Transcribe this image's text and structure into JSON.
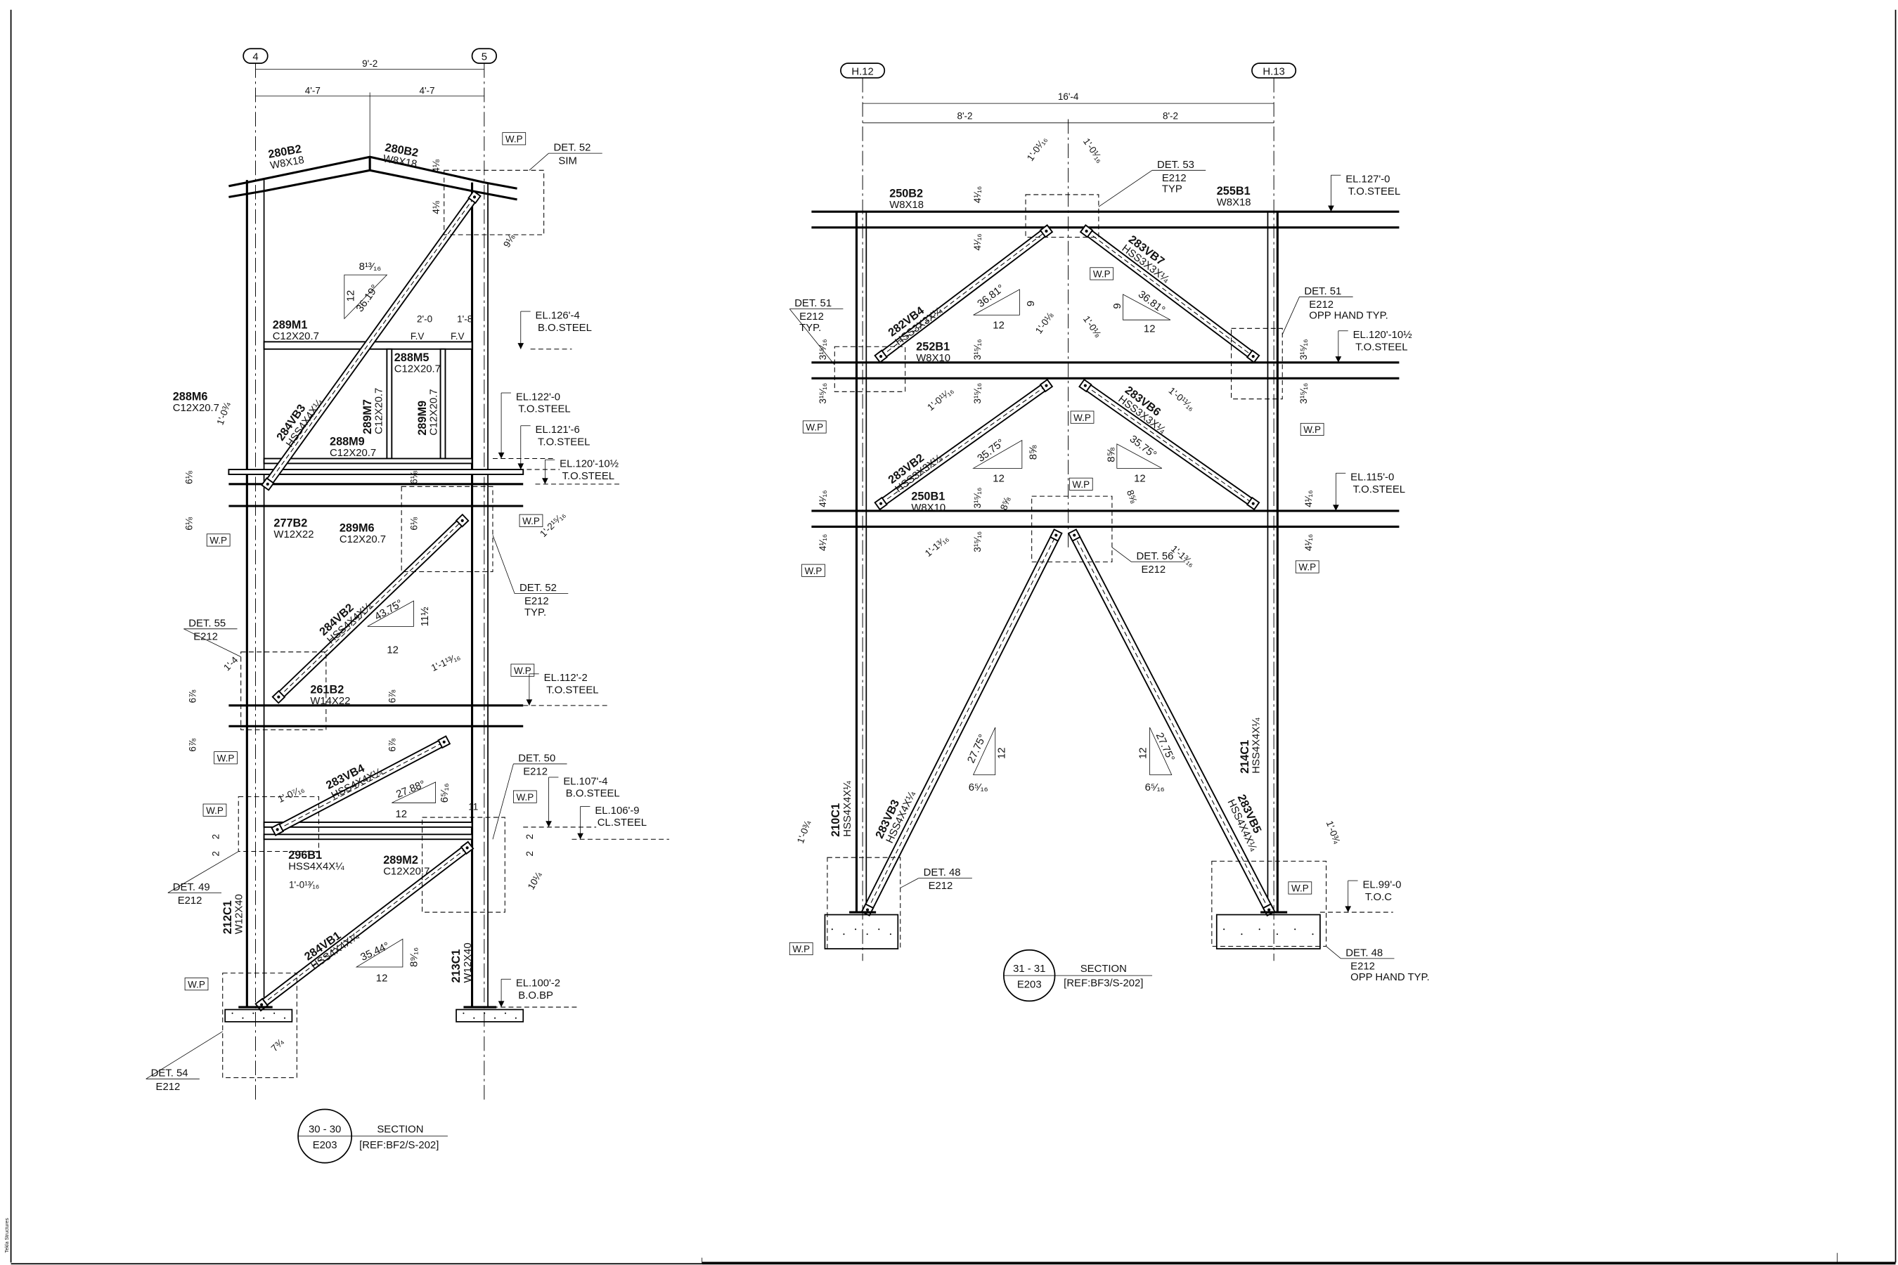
{
  "sheet": {
    "software_label": "Tekla Structures"
  },
  "common": {
    "wp": "W.P"
  },
  "left": {
    "grids": [
      "4",
      "5"
    ],
    "dims": [
      "9'-2",
      "4'-7",
      "4'-7",
      "4⅛",
      "4⅛",
      "9⅛",
      "2'-0",
      "1'-8",
      "F.V",
      "F.V",
      "1'-0¾",
      "6⅛",
      "6⅛",
      "6⅛",
      "6⅛",
      "1'-2¹⁵⁄₁₆",
      "1'-4",
      "6⅞",
      "6⅞",
      "6⅞",
      "6⅞",
      "1'-1¹³⁄₁₆",
      "1'-0⁷⁄₁₆",
      "11",
      "2",
      "2",
      "2",
      "2",
      "1'-0¹³⁄₁₆",
      "10¼",
      "7¾"
    ],
    "members": [
      {
        "mark": "280B2",
        "profile": "W8X18"
      },
      {
        "mark": "280B2",
        "profile": "W8X18"
      },
      {
        "mark": "289M1",
        "profile": "C12X20.7"
      },
      {
        "mark": "288M5",
        "profile": "C12X20.7"
      },
      {
        "mark": "288M6",
        "profile": "C12X20.7"
      },
      {
        "mark": "289M7",
        "profile": "C12X20.7"
      },
      {
        "mark": "289M9",
        "profile": "C12X20.7"
      },
      {
        "mark": "288M9",
        "profile": "C12X20.7"
      },
      {
        "mark": "284VB3",
        "profile": "HSS4X4X¼"
      },
      {
        "mark": "277B2",
        "profile": "W12X22"
      },
      {
        "mark": "289M6",
        "profile": "C12X20.7"
      },
      {
        "mark": "284VB2",
        "profile": "HSS4X4X¼"
      },
      {
        "mark": "261B2",
        "profile": "W14X22"
      },
      {
        "mark": "283VB4",
        "profile": "HSS4X4X¼"
      },
      {
        "mark": "296B1",
        "profile": "HSS4X4X¼"
      },
      {
        "mark": "289M2",
        "profile": "C12X20.7"
      },
      {
        "mark": "212C1",
        "profile": "W12X40"
      },
      {
        "mark": "284VB1",
        "profile": "HSS4X4X¼"
      },
      {
        "mark": "213C1",
        "profile": "W12X40"
      }
    ],
    "elevations": [
      {
        "el": "EL.126'-4",
        "ref": "B.O.STEEL"
      },
      {
        "el": "EL.122'-0",
        "ref": "T.O.STEEL"
      },
      {
        "el": "EL.121'-6",
        "ref": "T.O.STEEL"
      },
      {
        "el": "EL.120'-10½",
        "ref": "T.O.STEEL"
      },
      {
        "el": "EL.112'-2",
        "ref": "T.O.STEEL"
      },
      {
        "el": "EL.107'-4",
        "ref": "B.O.STEEL"
      },
      {
        "el": "EL.106'-9",
        "ref": "CL.STEEL"
      },
      {
        "el": "EL.100'-2",
        "ref": "B.O.BP"
      }
    ],
    "details": [
      {
        "det": "DET. 52",
        "sheet": "SIM",
        "note": ""
      },
      {
        "det": "DET. 52",
        "sheet": "E212",
        "note": "TYP."
      },
      {
        "det": "DET. 55",
        "sheet": "E212",
        "note": ""
      },
      {
        "det": "DET. 50",
        "sheet": "E212",
        "note": ""
      },
      {
        "det": "DET. 49",
        "sheet": "E212",
        "note": ""
      },
      {
        "det": "DET. 54",
        "sheet": "E212",
        "note": ""
      }
    ],
    "slopes": [
      {
        "angle": "36.19°",
        "rise": "12",
        "run": "8¹³⁄₁₆"
      },
      {
        "angle": "43.75°",
        "rise": "11½",
        "run": "12"
      },
      {
        "angle": "27.88°",
        "rise": "6⁵⁄₁₆",
        "run": "12"
      },
      {
        "angle": "35.44°",
        "rise": "8⁹⁄₁₆",
        "run": "12"
      }
    ],
    "title": {
      "number": "30 - 30",
      "sheet": "E203",
      "label": "SECTION",
      "ref": "[REF:BF2/S-202]"
    }
  },
  "right": {
    "grids": [
      "H.12",
      "H.13"
    ],
    "dims": [
      "16'-4",
      "8'-2",
      "8'-2",
      "1'-0¹⁄₁₆",
      "1'-0¹⁄₁₆",
      "4¹⁄₁₆",
      "4¹⁄₁₆",
      "1'-0⅛",
      "1'-0⅛",
      "3¹⁵⁄₁₆",
      "3¹⁵⁄₁₆",
      "3¹⁵⁄₁₆",
      "3¹⁵⁄₁₆",
      "3¹⁵⁄₁₆",
      "3¹⁵⁄₁₆",
      "3¹⁵⁄₁₆",
      "3¹⁵⁄₁₆",
      "4¹⁄₁₆",
      "4¹⁄₁₆",
      "4¹⁄₁₆",
      "4¹⁄₁₆",
      "1'-0¹¹⁄₁₆",
      "1'-0¹¹⁄₁₆",
      "8⅝",
      "8⅝",
      "1'-1³⁄₁₆",
      "1'-1³⁄₁₆",
      "1'-0¾",
      "1'-0¾"
    ],
    "members": [
      {
        "mark": "250B2",
        "profile": "W8X18"
      },
      {
        "mark": "255B1",
        "profile": "W8X18"
      },
      {
        "mark": "282VB4",
        "profile": "HSS3X3X¼"
      },
      {
        "mark": "283VB7",
        "profile": "HSS3X3X¼"
      },
      {
        "mark": "252B1",
        "profile": "W8X10"
      },
      {
        "mark": "283VB2",
        "profile": "HSS3X3X¼"
      },
      {
        "mark": "283VB6",
        "profile": "HSS3X3X¼"
      },
      {
        "mark": "250B1",
        "profile": "W8X10"
      },
      {
        "mark": "210C1",
        "profile": "HSS4X4X¼"
      },
      {
        "mark": "283VB3",
        "profile": "HSS4X4X¼"
      },
      {
        "mark": "214C1",
        "profile": "HSS4X4X¼"
      },
      {
        "mark": "283VB5",
        "profile": "HSS4X4X¼"
      }
    ],
    "elevations": [
      {
        "el": "EL.127'-0",
        "ref": "T.O.STEEL"
      },
      {
        "el": "EL.120'-10½",
        "ref": "T.O.STEEL"
      },
      {
        "el": "EL.115'-0",
        "ref": "T.O.STEEL"
      },
      {
        "el": "EL.99'-0",
        "ref": "T.O.C"
      }
    ],
    "details": [
      {
        "det": "DET. 53",
        "sheet": "E212",
        "note": "TYP"
      },
      {
        "det": "DET. 51",
        "sheet": "E212",
        "note": "TYP."
      },
      {
        "det": "DET. 51",
        "sheet": "E212",
        "note": "OPP HAND TYP."
      },
      {
        "det": "DET. 56",
        "sheet": "E212",
        "note": ""
      },
      {
        "det": "DET. 48",
        "sheet": "E212",
        "note": ""
      },
      {
        "det": "DET. 48",
        "sheet": "E212",
        "note": "OPP HAND TYP."
      }
    ],
    "slopes": [
      {
        "angle": "36.81°",
        "rise": "9",
        "run": "12"
      },
      {
        "angle": "36.81°",
        "rise": "9",
        "run": "12"
      },
      {
        "angle": "35.75°",
        "rise": "8⅝",
        "run": "12"
      },
      {
        "angle": "35.75°",
        "rise": "8⅝",
        "run": "12"
      },
      {
        "angle": "27.75°",
        "rise": "12",
        "run": "6⁵⁄₁₆"
      },
      {
        "angle": "27.75°",
        "rise": "12",
        "run": "6⁵⁄₁₆"
      }
    ],
    "title": {
      "number": "31 - 31",
      "sheet": "E203",
      "label": "SECTION",
      "ref": "[REF:BF3/S-202]"
    }
  }
}
